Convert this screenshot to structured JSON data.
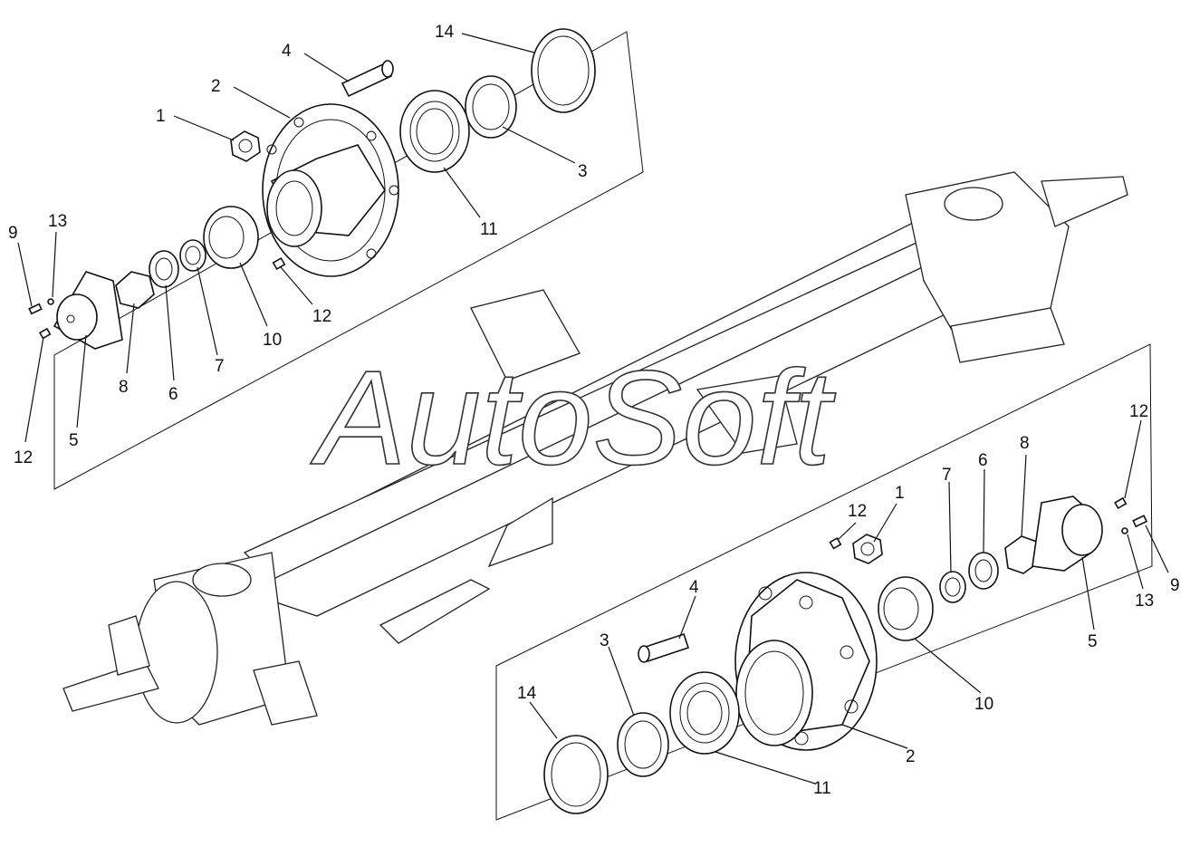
{
  "watermark": "AutoSoft",
  "callouts_top": [
    {
      "id": "1",
      "text": "1"
    },
    {
      "id": "2",
      "text": "2"
    },
    {
      "id": "3",
      "text": "3"
    },
    {
      "id": "4",
      "text": "4"
    },
    {
      "id": "5",
      "text": "5"
    },
    {
      "id": "6",
      "text": "6"
    },
    {
      "id": "7",
      "text": "7"
    },
    {
      "id": "8",
      "text": "8"
    },
    {
      "id": "9",
      "text": "9"
    },
    {
      "id": "10",
      "text": "10"
    },
    {
      "id": "11",
      "text": "11"
    },
    {
      "id": "12a",
      "text": "12"
    },
    {
      "id": "12b",
      "text": "12"
    },
    {
      "id": "13",
      "text": "13"
    },
    {
      "id": "14",
      "text": "14"
    }
  ],
  "callouts_bottom": [
    {
      "id": "1",
      "text": "1"
    },
    {
      "id": "2",
      "text": "2"
    },
    {
      "id": "3",
      "text": "3"
    },
    {
      "id": "4",
      "text": "4"
    },
    {
      "id": "5",
      "text": "5"
    },
    {
      "id": "6",
      "text": "6"
    },
    {
      "id": "7",
      "text": "7"
    },
    {
      "id": "8",
      "text": "8"
    },
    {
      "id": "9",
      "text": "9"
    },
    {
      "id": "10",
      "text": "10"
    },
    {
      "id": "11",
      "text": "11"
    },
    {
      "id": "12a",
      "text": "12"
    },
    {
      "id": "12b",
      "text": "12"
    },
    {
      "id": "13",
      "text": "13"
    },
    {
      "id": "14",
      "text": "14"
    }
  ]
}
